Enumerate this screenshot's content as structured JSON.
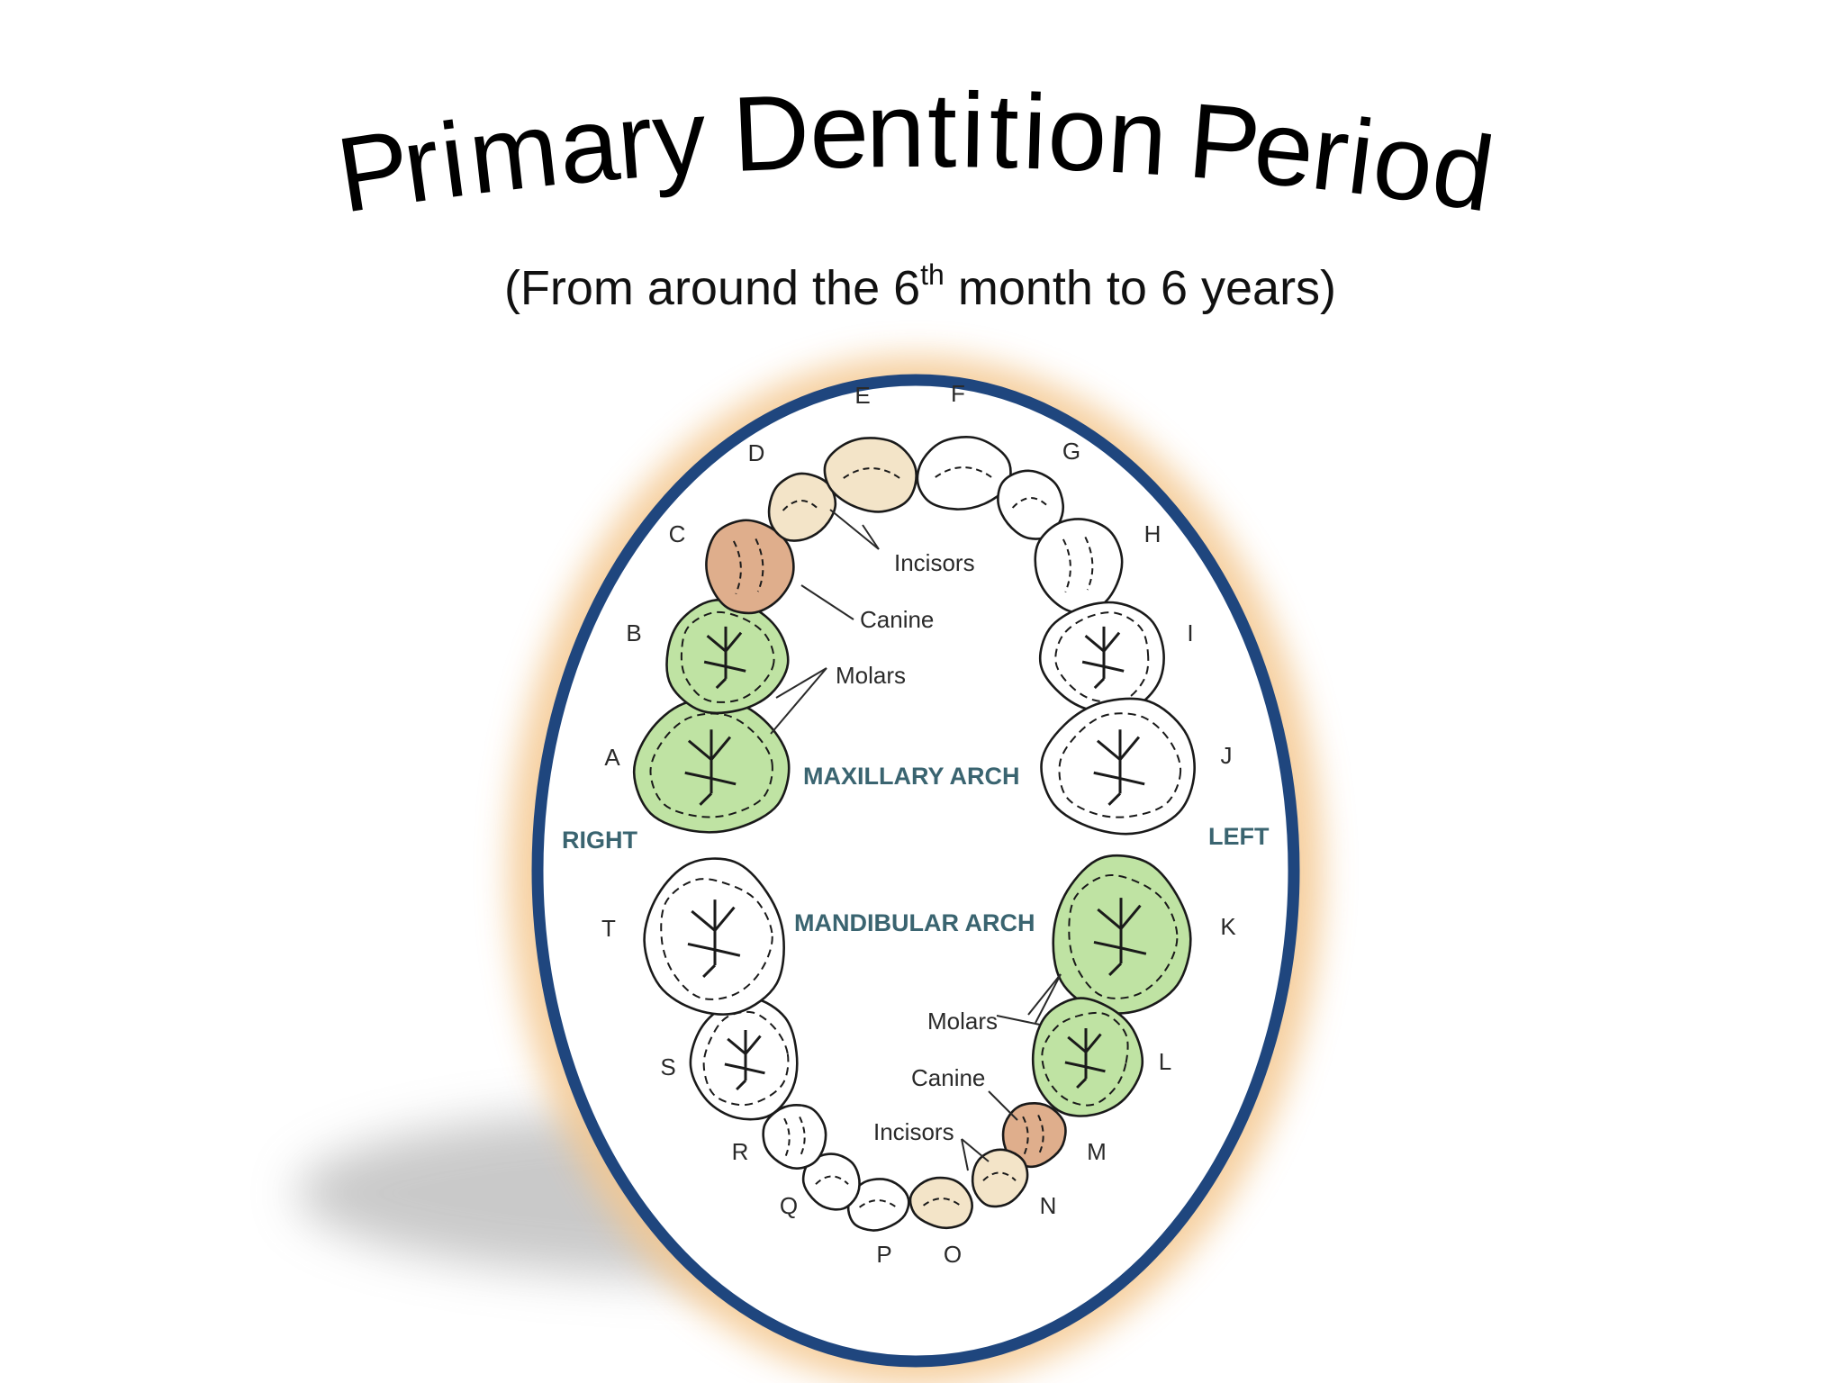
{
  "title": {
    "letters": [
      "P",
      "r",
      "i",
      "m",
      "a",
      "r",
      "y",
      " ",
      "D",
      "e",
      "n",
      "t",
      "i",
      "t",
      "i",
      "o",
      "n",
      " ",
      "P",
      "e",
      "r",
      "i",
      "o",
      "d"
    ]
  },
  "subtitle": {
    "before": "(From around the 6",
    "sup": "th",
    "after": " month to 6 years)"
  },
  "diagram": {
    "maxillary_label": "MAXILLARY ARCH",
    "mandibular_label": "MANDIBULAR ARCH",
    "right_label": "RIGHT",
    "left_label": "LEFT",
    "upper": {
      "incisors": "Incisors",
      "canine": "Canine",
      "molars": "Molars"
    },
    "lower": {
      "incisors": "Incisors",
      "canine": "Canine",
      "molars": "Molars"
    },
    "tooth_letters": [
      "A",
      "B",
      "C",
      "D",
      "E",
      "F",
      "G",
      "H",
      "I",
      "J",
      "K",
      "L",
      "M",
      "N",
      "O",
      "P",
      "Q",
      "R",
      "S",
      "T"
    ]
  },
  "colors": {
    "molar_fill": "#bfe3a3",
    "canine_fill": "#dfae8c",
    "incisor_fill": "#f3e4c8",
    "plain_fill": "#ffffff",
    "frame": "#1f467e",
    "glow": "#f4c890",
    "label_teal": "#3a6470"
  }
}
